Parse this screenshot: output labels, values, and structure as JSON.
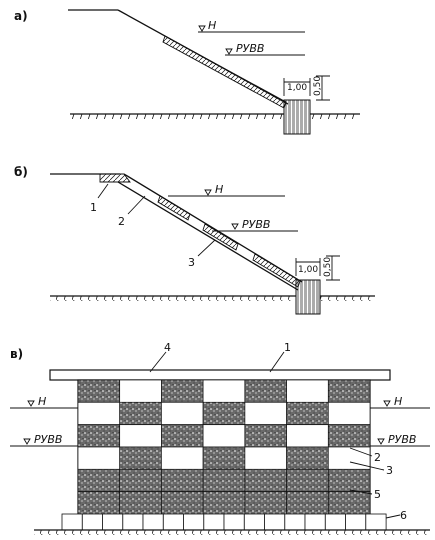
{
  "panels": {
    "a": {
      "label": "а)",
      "water_high": "H",
      "water_low": "РУВВ",
      "dim_width": "1,00",
      "dim_depth": "0,50"
    },
    "b": {
      "label": "б)",
      "water_high": "H",
      "water_low": "РУВВ",
      "dim_width": "1,00",
      "dim_depth": "0,50",
      "callouts": [
        "1",
        "2",
        "3"
      ]
    },
    "c": {
      "label": "в)",
      "water_high_left": "H",
      "water_high_right": "H",
      "water_low_left": "РУВВ",
      "water_low_right": "РУВВ",
      "callouts": [
        "4",
        "1",
        "2",
        "3",
        "5",
        "6"
      ]
    }
  },
  "colors": {
    "ink": "#111111",
    "fill_dark": "#555555",
    "paper": "#ffffff"
  }
}
